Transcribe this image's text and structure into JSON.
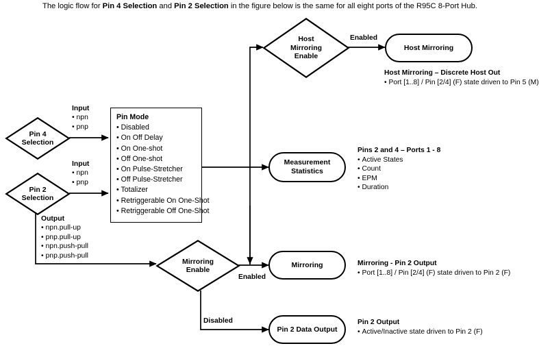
{
  "caption": {
    "part1": "The logic flow for ",
    "bold1": "Pin 4 Selection",
    "part2": " and ",
    "bold2": "Pin 2 Selection",
    "part3": " in the figure below is the same for all eight ports of the R95C 8-Port Hub."
  },
  "nodes": {
    "pin4_selection": "Pin 4\nSelection",
    "pin2_selection": "Pin 2\nSelection",
    "host_mirroring_enable": "Host\nMirroring\nEnable",
    "mirroring_enable": "Mirroring\nEnable",
    "host_mirroring": "Host Mirroring",
    "measurement_statistics": "Measurement\nStatistics",
    "mirroring": "Mirroring",
    "pin2_data_output": "Pin 2 Data Output"
  },
  "pin_mode_box": {
    "title": "Pin Mode",
    "items": [
      "Disabled",
      "On Off Delay",
      "On One-shot",
      "Off One-shot",
      "On Pulse-Stretcher",
      "Off Pulse-Stretcher",
      "Totalizer",
      "Retriggerable On One-Shot",
      "Retriggerable Off One-Shot"
    ]
  },
  "input_list_pin4": {
    "title": "Input",
    "items": [
      "npn",
      "pnp"
    ]
  },
  "input_list_pin2": {
    "title": "Input",
    "items": [
      "npn",
      "pnp"
    ]
  },
  "output_list_pin2": {
    "title": "Output",
    "items": [
      "npn.pull-up",
      "pnp.pull-up",
      "npn.push-pull",
      "pnp.push-pull"
    ]
  },
  "edge_labels": {
    "host_enabled": "Enabled",
    "mirroring_enabled": "Enabled",
    "mirroring_disabled": "Disabled"
  },
  "annotations": {
    "host_mirroring": {
      "title": "Host Mirroring – Discrete Host Out",
      "items": [
        "Port [1..8] / Pin [2/4] (F) state driven to Pin 5 (M)"
      ]
    },
    "measurement": {
      "title": "Pins 2 and 4 – Ports 1 - 8",
      "items": [
        "Active States",
        "Count",
        "EPM",
        "Duration"
      ]
    },
    "mirroring": {
      "title": "Mirroring - Pin 2 Output",
      "items": [
        "Port [1..8] / Pin [2/4] (F) state driven to Pin 2 (F)"
      ]
    },
    "pin2_output": {
      "title": "Pin 2 Output",
      "items": [
        "Active/Inactive state driven to Pin 2 (F)"
      ]
    }
  },
  "colors": {
    "stroke": "#000000",
    "background": "#ffffff"
  }
}
